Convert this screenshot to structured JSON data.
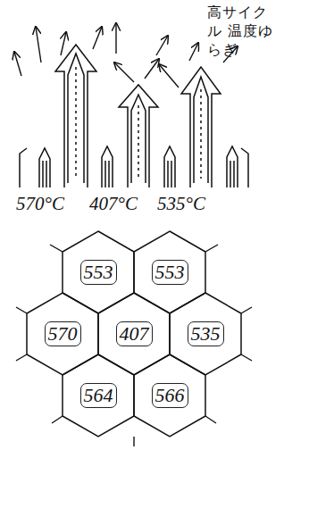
{
  "diagram": {
    "nodes": [
      {
        "text": [
          "553"
        ]
      },
      {
        "text": [
          "553"
        ]
      },
      {
        "text": [
          "570"
        ]
      },
      {
        "text": [
          "407"
        ]
      },
      {
        "text": [
          "535"
        ]
      },
      {
        "text": [
          "564"
        ]
      },
      {
        "text": [
          "566"
        ]
      }
    ],
    "labels": [
      "高サイクル 温度ゆらぎ",
      "570°C",
      "407°C",
      "535°C"
    ]
  }
}
